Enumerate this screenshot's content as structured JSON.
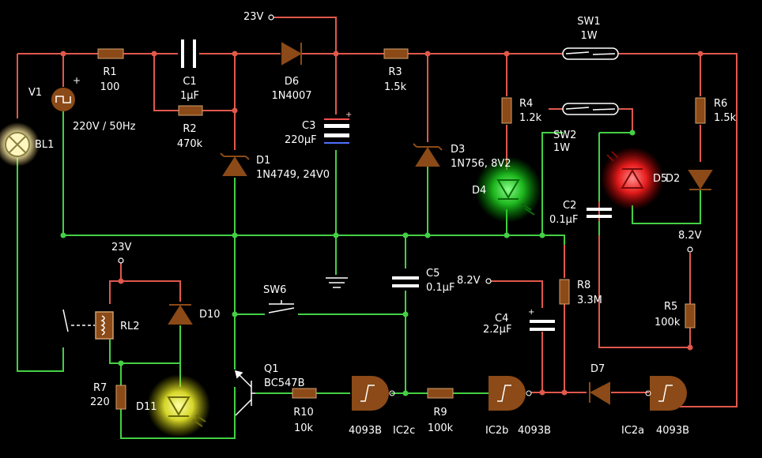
{
  "colors": {
    "background": "#000000",
    "wire_high": "#e0584c",
    "wire_low": "#44d044",
    "component_body": "#8b4a17",
    "text": "#ffffff",
    "led_green": "#3cff3c",
    "led_red": "#ff3030",
    "led_yellow": "#ffff50",
    "lamp": "#fff8c8"
  },
  "nets": {
    "supply_23v": "23V",
    "supply_23v_bottom": "23V",
    "ref_8v2_left": "8.2V",
    "ref_8v2_right": "8.2V"
  },
  "components": {
    "r1": {
      "name": "R1",
      "value": "100"
    },
    "r2": {
      "name": "R2",
      "value": "470k"
    },
    "r3": {
      "name": "R3",
      "value": "1.5k"
    },
    "r4": {
      "name": "R4",
      "value": "1.2k"
    },
    "r5": {
      "name": "R5",
      "value": "100k"
    },
    "r6": {
      "name": "R6",
      "value": "1.5k"
    },
    "r7": {
      "name": "R7",
      "value": "220"
    },
    "r8": {
      "name": "R8",
      "value": "3.3M"
    },
    "r9": {
      "name": "R9",
      "value": "100k"
    },
    "r10": {
      "name": "R10",
      "value": "10k"
    },
    "c1": {
      "name": "C1",
      "value": "1µF"
    },
    "c2": {
      "name": "C2",
      "value": "0.1µF"
    },
    "c3": {
      "name": "C3",
      "value": "220µF"
    },
    "c4": {
      "name": "C4",
      "value": "2.2µF"
    },
    "c5": {
      "name": "C5",
      "value": "0.1µF"
    },
    "d1": {
      "name": "D1",
      "value": "1N4749, 24V0"
    },
    "d2": {
      "name": "D2"
    },
    "d3": {
      "name": "D3",
      "value": "1N756, 8V2"
    },
    "d4": {
      "name": "D4"
    },
    "d5": {
      "name": "D5"
    },
    "d6": {
      "name": "D6",
      "value": "1N4007"
    },
    "d7": {
      "name": "D7"
    },
    "d10": {
      "name": "D10"
    },
    "d11": {
      "name": "D11"
    },
    "v1": {
      "name": "V1",
      "value": "220V / 50Hz"
    },
    "bl1": {
      "name": "BL1"
    },
    "sw1": {
      "name": "SW1",
      "value": "1W"
    },
    "sw2": {
      "name": "SW2",
      "value": "1W"
    },
    "sw6": {
      "name": "SW6"
    },
    "rl2": {
      "name": "RL2"
    },
    "q1": {
      "name": "Q1",
      "value": "BC547B"
    },
    "ic2a": {
      "name": "IC2a",
      "value": "4093B"
    },
    "ic2b": {
      "name": "IC2b",
      "value": "4093B"
    },
    "ic2c": {
      "name": "IC2c",
      "value": "4093B"
    }
  }
}
